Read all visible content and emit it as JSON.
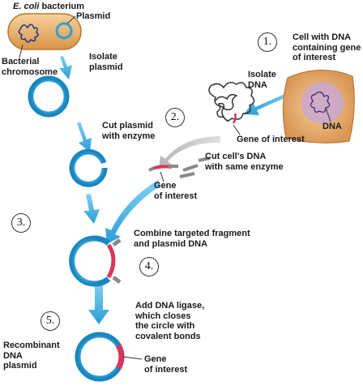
{
  "labels": {
    "ecoli_italic": "E. coli",
    "ecoli_rest": " bacterium",
    "plasmid": "Plasmid",
    "bacterial_chromosome": "Bacterial\nchromosome",
    "isolate_plasmid": "Isolate\nplasmid",
    "cell_with_dna": "Cell with DNA\ncontaining gene\nof interest",
    "isolate_dna": "Isolate\nDNA",
    "dna": "DNA",
    "gene_of_interest_1": "Gene of interest",
    "cut_plasmid": "Cut plasmid\nwith enzyme",
    "cut_cells_dna": "Cut cell's DNA\nwith same enzyme",
    "gene_of_interest_2": "Gene\nof interest",
    "combine": "Combine targeted fragment\nand plasmid DNA",
    "add_ligase": "Add DNA ligase,\nwhich closes\nthe circle with\ncovalent bonds",
    "recombinant": "Recombinant\nDNA\nplasmid",
    "gene_of_interest_3": "Gene\nof interest"
  },
  "steps": [
    "1.",
    "2.",
    "3.",
    "4.",
    "5."
  ],
  "colors": {
    "plasmid_ring": "#2aa3d8",
    "arrow": "#3aaee0",
    "gene_segment": "#d8365a",
    "bacterium_fill": "#e9b470",
    "cell_fill": "#e8b478",
    "grey_fragment": "#8a8a8a"
  }
}
